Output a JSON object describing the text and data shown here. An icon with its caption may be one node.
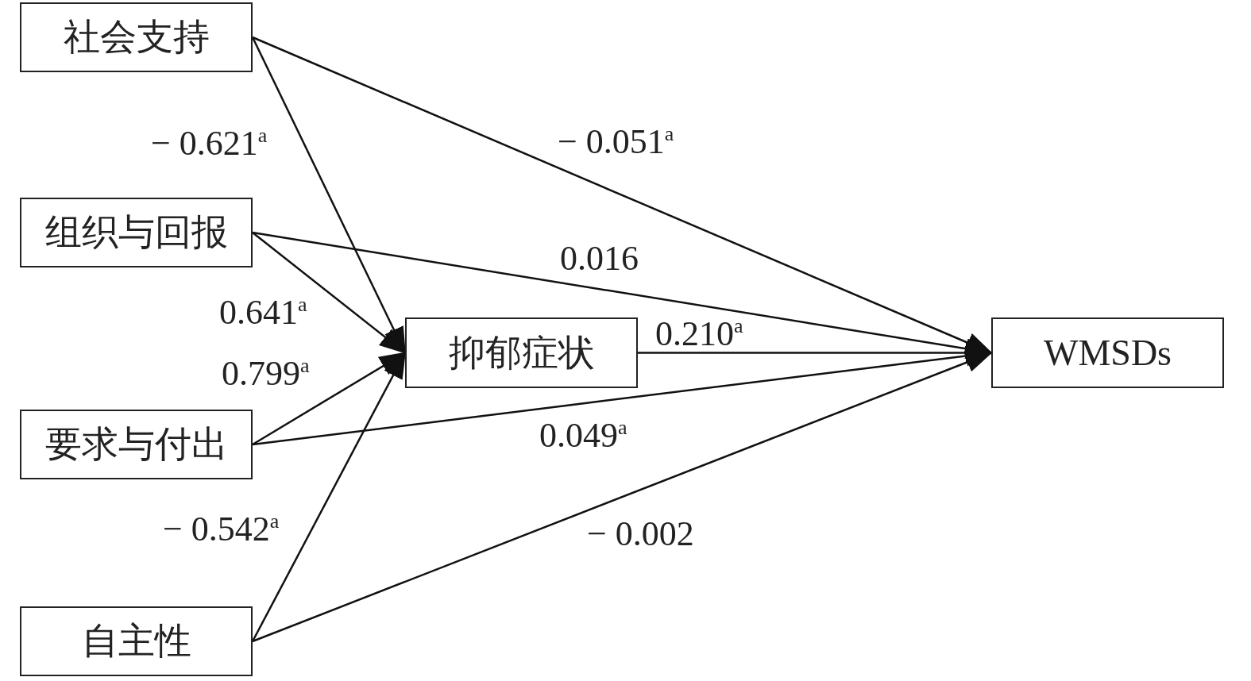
{
  "diagram": {
    "nodes": [
      {
        "text": [
          "社会支持"
        ]
      },
      {
        "text": [
          "组织与回报"
        ]
      },
      {
        "text": [
          "抑郁症状"
        ]
      },
      {
        "text": [
          "要求与付出"
        ]
      },
      {
        "text": [
          "自主性"
        ]
      },
      {
        "text": [
          "WMSDs"
        ]
      }
    ],
    "edges": [
      {
        "from": 0,
        "to": 2,
        "arrow": "to",
        "label": "− 0.621$^{a}$"
      },
      {
        "from": 0,
        "to": 5,
        "arrow": "to",
        "label": "− 0.051$^{a}$"
      },
      {
        "from": 1,
        "to": 5,
        "arrow": "to",
        "label": "0.016"
      },
      {
        "from": 1,
        "to": 2,
        "arrow": "to",
        "label": "0.641$^{a}$"
      },
      {
        "from": 2,
        "to": 5,
        "arrow": "to",
        "label": "0.210$^{a}$"
      },
      {
        "from": 3,
        "to": 2,
        "arrow": "to",
        "label": "0.799$^{a}$"
      },
      {
        "from": 3,
        "to": 5,
        "arrow": "to",
        "label": "0.049$^{a}$"
      },
      {
        "from": 4,
        "to": 2,
        "arrow": "to",
        "label": "− 0.542$^{a}$"
      },
      {
        "from": 4,
        "to": 5,
        "arrow": "to",
        "label": "− 0.002"
      }
    ]
  }
}
